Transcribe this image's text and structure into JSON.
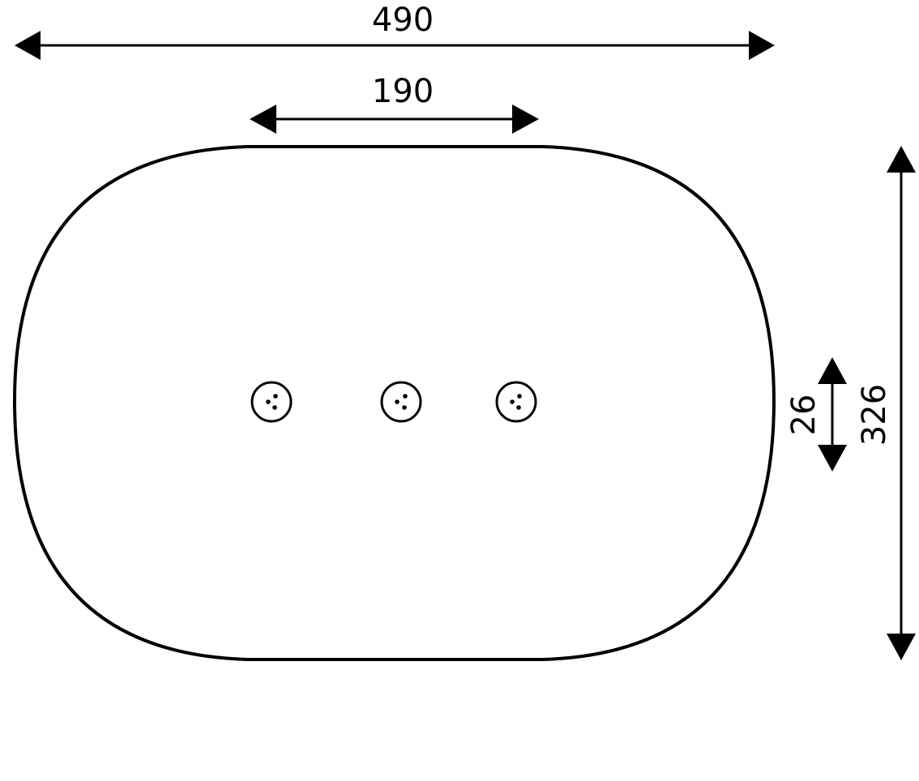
{
  "dimensions": {
    "overall_width": "490",
    "flat_length": "190",
    "hole_diameter": "26",
    "overall_height": "326"
  },
  "holes": [
    {
      "name": "button-hole-left"
    },
    {
      "name": "button-hole-center"
    },
    {
      "name": "button-hole-right"
    }
  ],
  "colors": {
    "stroke": "#000000",
    "background": "#ffffff"
  }
}
